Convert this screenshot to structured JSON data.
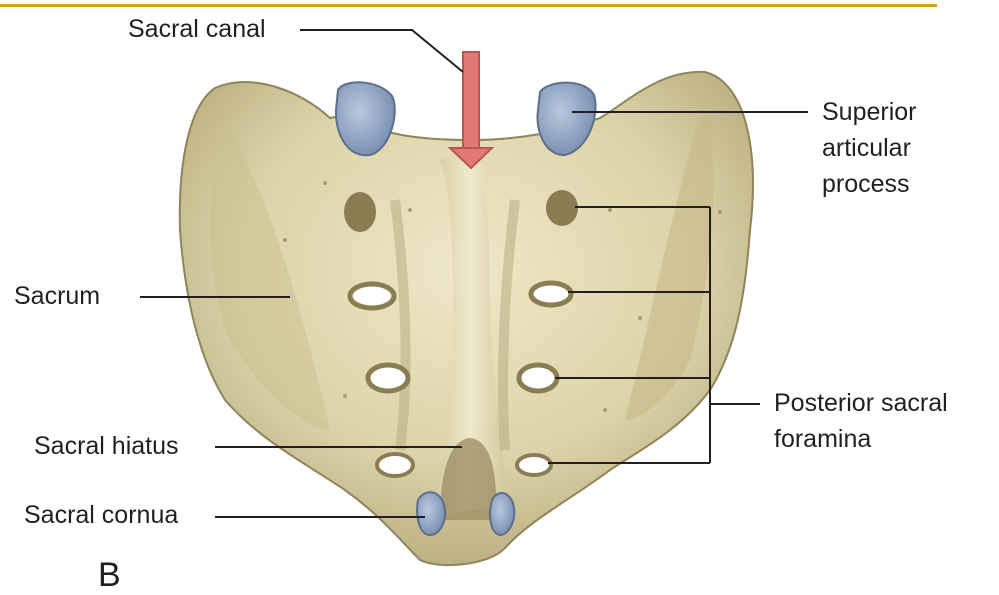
{
  "colors": {
    "bone": "#dcd3a8",
    "bone_shadow": "#a59a6e",
    "bone_highlight": "#efe8c8",
    "cartilage": "#8ea4c4",
    "arrow": "#e07a72",
    "leader": "#231f20",
    "rule": "#d4a017"
  },
  "labels": {
    "sacral_canal": "Sacral canal",
    "superior_articular_process": [
      "Superior",
      "articular",
      "process"
    ],
    "sacrum": "Sacrum",
    "posterior_sacral_foramina": [
      "Posterior sacral",
      "foramina"
    ],
    "sacral_hiatus": "Sacral hiatus",
    "sacral_cornua": "Sacral cornua",
    "panel_letter": "B"
  }
}
